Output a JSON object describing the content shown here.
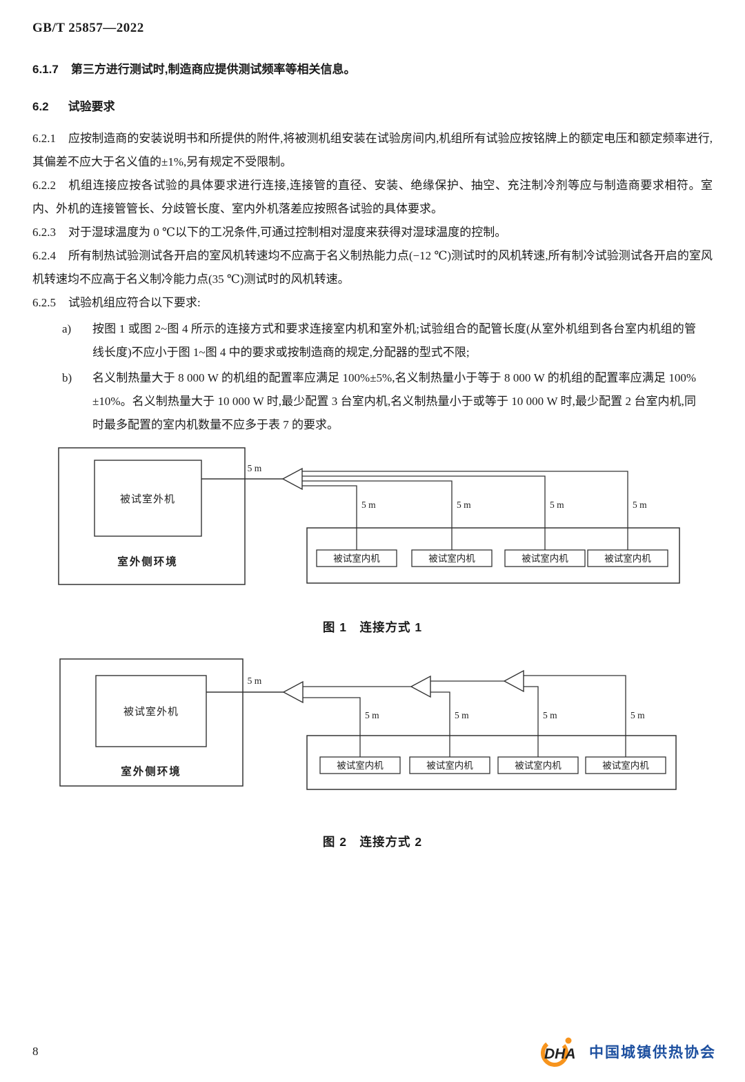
{
  "page": {
    "doc_number": "GB/T 25857—2022",
    "page_number": "8"
  },
  "body": {
    "s617": {
      "num": "6.1.7",
      "text": "第三方进行测试时,制造商应提供测试频率等相关信息。"
    },
    "h62": {
      "num": "6.2",
      "text": "试验要求"
    },
    "s621": {
      "num": "6.2.1",
      "text": "应按制造商的安装说明书和所提供的附件,将被测机组安装在试验房间内,机组所有试验应按铭牌上的额定电压和额定频率进行,其偏差不应大于名义值的±1%,另有规定不受限制。"
    },
    "s622": {
      "num": "6.2.2",
      "text": "机组连接应按各试验的具体要求进行连接,连接管的直径、安装、绝缘保护、抽空、充注制冷剂等应与制造商要求相符。室内、外机的连接管管长、分歧管长度、室内外机落差应按照各试验的具体要求。"
    },
    "s623": {
      "num": "6.2.3",
      "text": "对于湿球温度为 0 ℃以下的工况条件,可通过控制相对湿度来获得对湿球温度的控制。"
    },
    "s624": {
      "num": "6.2.4",
      "text": "所有制热试验测试各开启的室风机转速均不应高于名义制热能力点(−12 ℃)测试时的风机转速,所有制冷试验测试各开启的室风机转速均不应高于名义制冷能力点(35 ℃)测试时的风机转速。"
    },
    "s625": {
      "num": "6.2.5",
      "text": "试验机组应符合以下要求:"
    },
    "item_a": {
      "marker": "a)",
      "text": "按图 1 或图 2~图 4 所示的连接方式和要求连接室内机和室外机;试验组合的配管长度(从室外机组到各台室内机组的管线长度)不应小于图 1~图 4 中的要求或按制造商的规定,分配器的型式不限;"
    },
    "item_b": {
      "marker": "b)",
      "text": "名义制热量大于 8 000 W 的机组的配置率应满足 100%±5%,名义制热量小于等于 8 000 W 的机组的配置率应满足 100%±10%。名义制热量大于 10 000 W 时,最少配置 3 台室内机,名义制热量小于或等于 10 000 W 时,最少配置 2 台室内机,同时最多配置的室内机数量不应多于表 7 的要求。"
    }
  },
  "figure1": {
    "caption": "图 1　连接方式 1",
    "outdoor_unit": "被试室外机",
    "outdoor_env": "室外侧环境",
    "main_pipe": "5 m",
    "branches": [
      "5 m",
      "5 m",
      "5 m",
      "5 m"
    ],
    "indoor_units": [
      "被试室内机",
      "被试室内机",
      "被试室内机",
      "被试室内机"
    ]
  },
  "figure2": {
    "caption": "图 2　连接方式 2",
    "outdoor_unit": "被试室外机",
    "outdoor_env": "室外侧环境",
    "main_pipe": "5 m",
    "branches": [
      "5 m",
      "5 m",
      "5 m",
      "5 m"
    ],
    "indoor_units": [
      "被试室内机",
      "被试室内机",
      "被试室内机",
      "被试室内机"
    ]
  },
  "footer": {
    "logo_letters": "DHA",
    "org_name": "中国城镇供热协会"
  }
}
